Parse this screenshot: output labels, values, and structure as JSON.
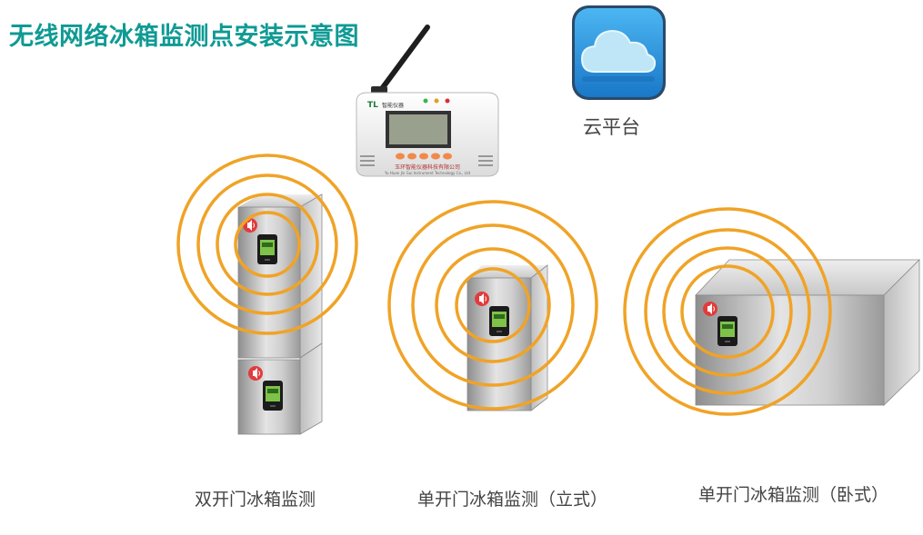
{
  "title": "无线网络冰箱监测点安装示意图",
  "cloud": {
    "label": "云平台",
    "icon": "cloud-icon"
  },
  "gateway": {
    "brand": "智能仪器",
    "company_cn": "玉环智能仪器科技有限公司",
    "company_en": "Yu Huan Jin Gui Instrument Technology Co., Ltd"
  },
  "fridges": [
    {
      "caption": "双开门冰箱监测"
    },
    {
      "caption": "单开门冰箱监测（立式）"
    },
    {
      "caption": "单开门冰箱监测（卧式）"
    }
  ],
  "colors": {
    "title": "#0f9a94",
    "rings": "#f0a326",
    "cloud_bg": "#1f8fd6",
    "alarm": "#e23b3b"
  }
}
